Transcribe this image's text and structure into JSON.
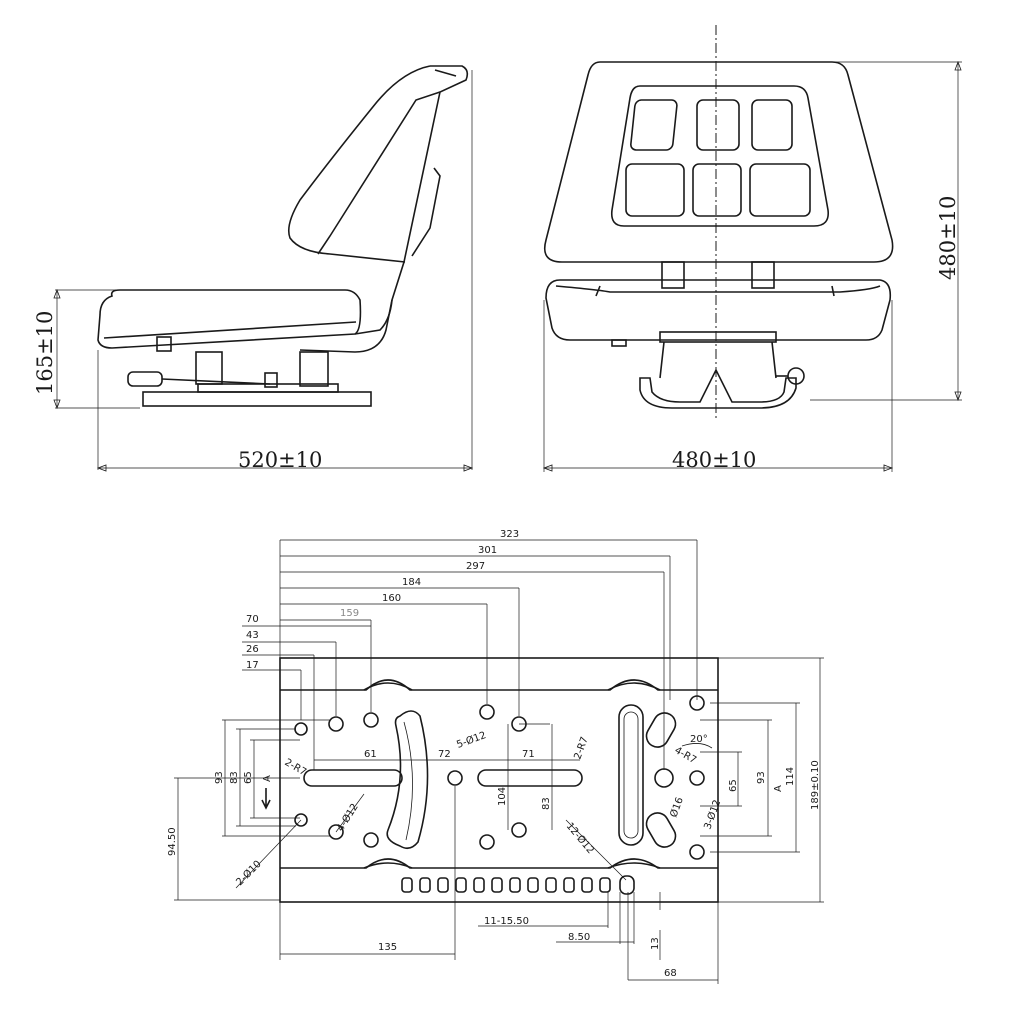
{
  "side_view": {
    "width_label": "520±10",
    "height_label": "165±10"
  },
  "front_view": {
    "width_label": "480±10",
    "height_label": "480±10"
  },
  "base_plate": {
    "top_dims": [
      "323",
      "301",
      "297",
      "184",
      "160",
      "159",
      "70",
      "43",
      "26",
      "17"
    ],
    "hole_labels": [
      "5-Ø12",
      "4-Ø12",
      "2-Ø10",
      "12-Ø12",
      "Ø16",
      "3-Ø12",
      "4-R7",
      "2-R7",
      "2-R7"
    ],
    "inner_dims": [
      "61",
      "72",
      "71",
      "104",
      "83",
      "20°"
    ],
    "left_dims": [
      "93",
      "83",
      "65",
      "94.50"
    ],
    "right_dims": [
      "65",
      "93",
      "114",
      "189±0.10"
    ],
    "section_marks": [
      "A",
      "A"
    ],
    "bottom_dims": [
      "11-15.50",
      "8.50",
      "13",
      "135",
      "68"
    ]
  }
}
